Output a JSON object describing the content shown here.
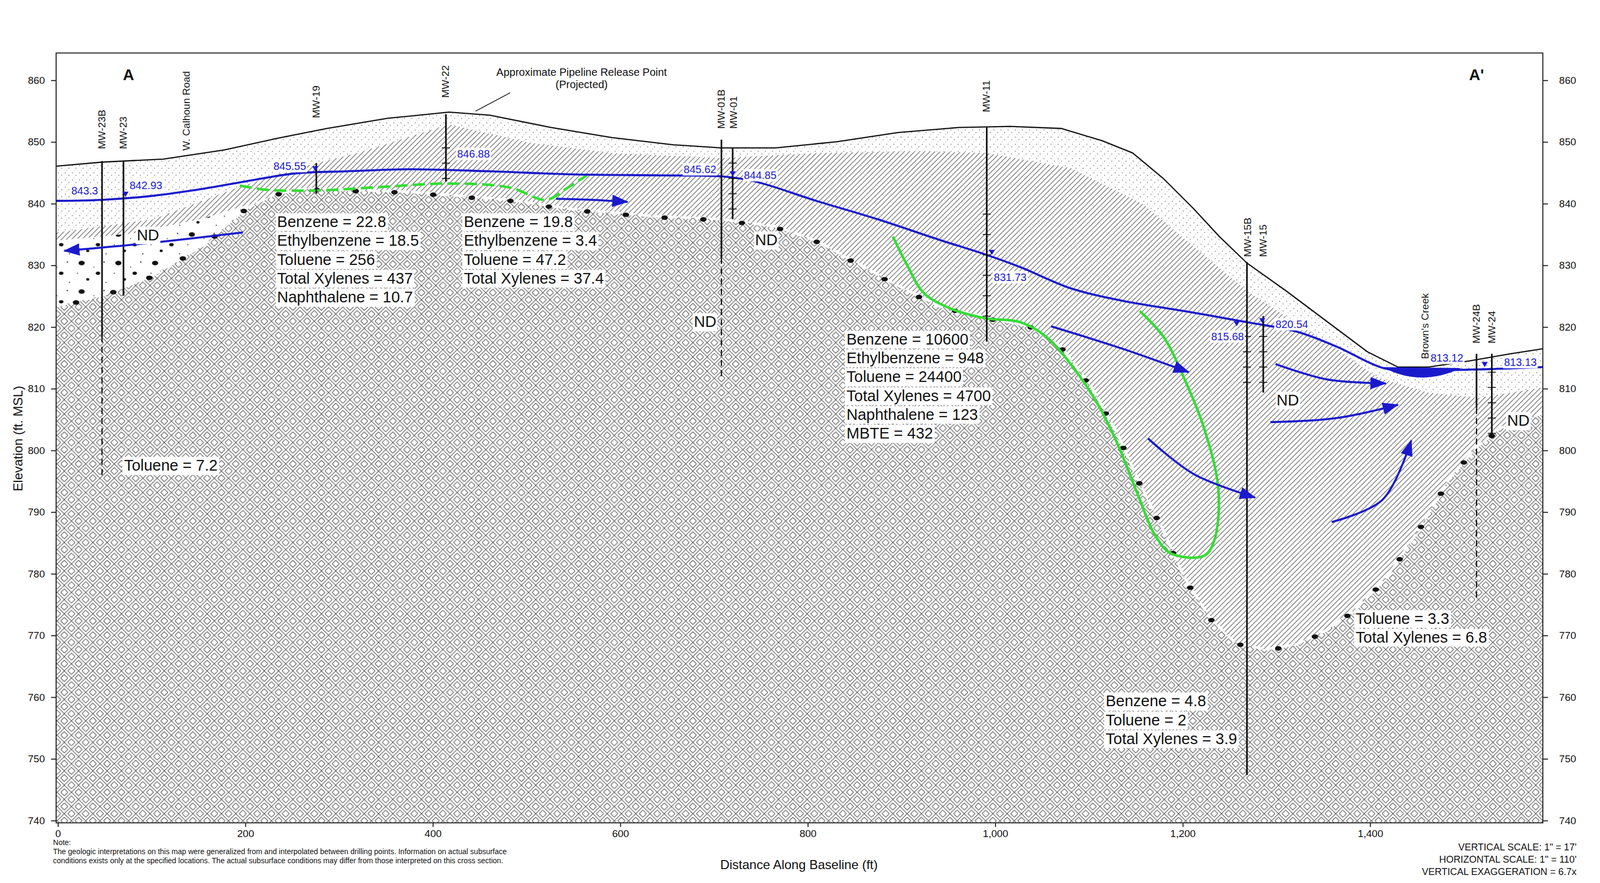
{
  "diagram": {
    "labels": [
      "A",
      "A'",
      "MW-23B",
      "MW-23",
      "W. Calhoun Road",
      "MW-19",
      "MW-22",
      "Approximate Pipeline Release Point (Projected)",
      "MW-01B",
      "MW-01",
      "MW-11",
      "MW-15B",
      "MW-15",
      "Brown's Creek",
      "MW-24B",
      "MW-24",
      "843.3",
      "842.93",
      "845.55",
      "846.88",
      "845.62",
      "844.85",
      "831.73",
      "815.68",
      "820.54",
      "813.12",
      "813.13",
      "ND",
      "ND",
      "ND",
      "ND",
      "ND",
      "Benzene = 22.8",
      "Ethylbenzene = 18.5",
      "Toluene = 256",
      "Total Xylenes = 437",
      "Naphthalene = 10.7",
      "Benzene = 19.8",
      "Ethylbenzene = 3.4",
      "Toluene = 47.2",
      "Total Xylenes = 37.4",
      "Benzene = 10600",
      "Ethylbenzene = 948",
      "Toluene = 24400",
      "Total Xylenes = 4700",
      "Naphthalene = 123",
      "MBTE = 432",
      "Toluene = 7.2",
      "Benzene = 4.8",
      "Toluene = 2",
      "Total Xylenes = 3.9",
      "Toluene = 3.3",
      "Total Xylenes = 6.8",
      "860",
      "850",
      "840",
      "830",
      "820",
      "810",
      "800",
      "790",
      "780",
      "770",
      "760",
      "750",
      "740",
      "860",
      "850",
      "840",
      "830",
      "820",
      "810",
      "800",
      "790",
      "780",
      "770",
      "760",
      "750",
      "740",
      "0",
      "200",
      "400",
      "600",
      "800",
      "1,000",
      "1,200",
      "1,400",
      "Elevation (ft. MSL)",
      "Distance Along Baseline (ft)",
      "Note:",
      "The geologic interpretations on this map were generalized from and interpolated between drilling points. Information on actual subsurface conditions exists only at the specified locations. The actual subsurface conditions may differ from those interpreted on this cross section.",
      "VERTICAL SCALE: 1\" = 17'",
      "HORIZONTAL SCALE: 1\" = 110'",
      "VERTICAL EXAGGERATION = 6.7x"
    ]
  }
}
